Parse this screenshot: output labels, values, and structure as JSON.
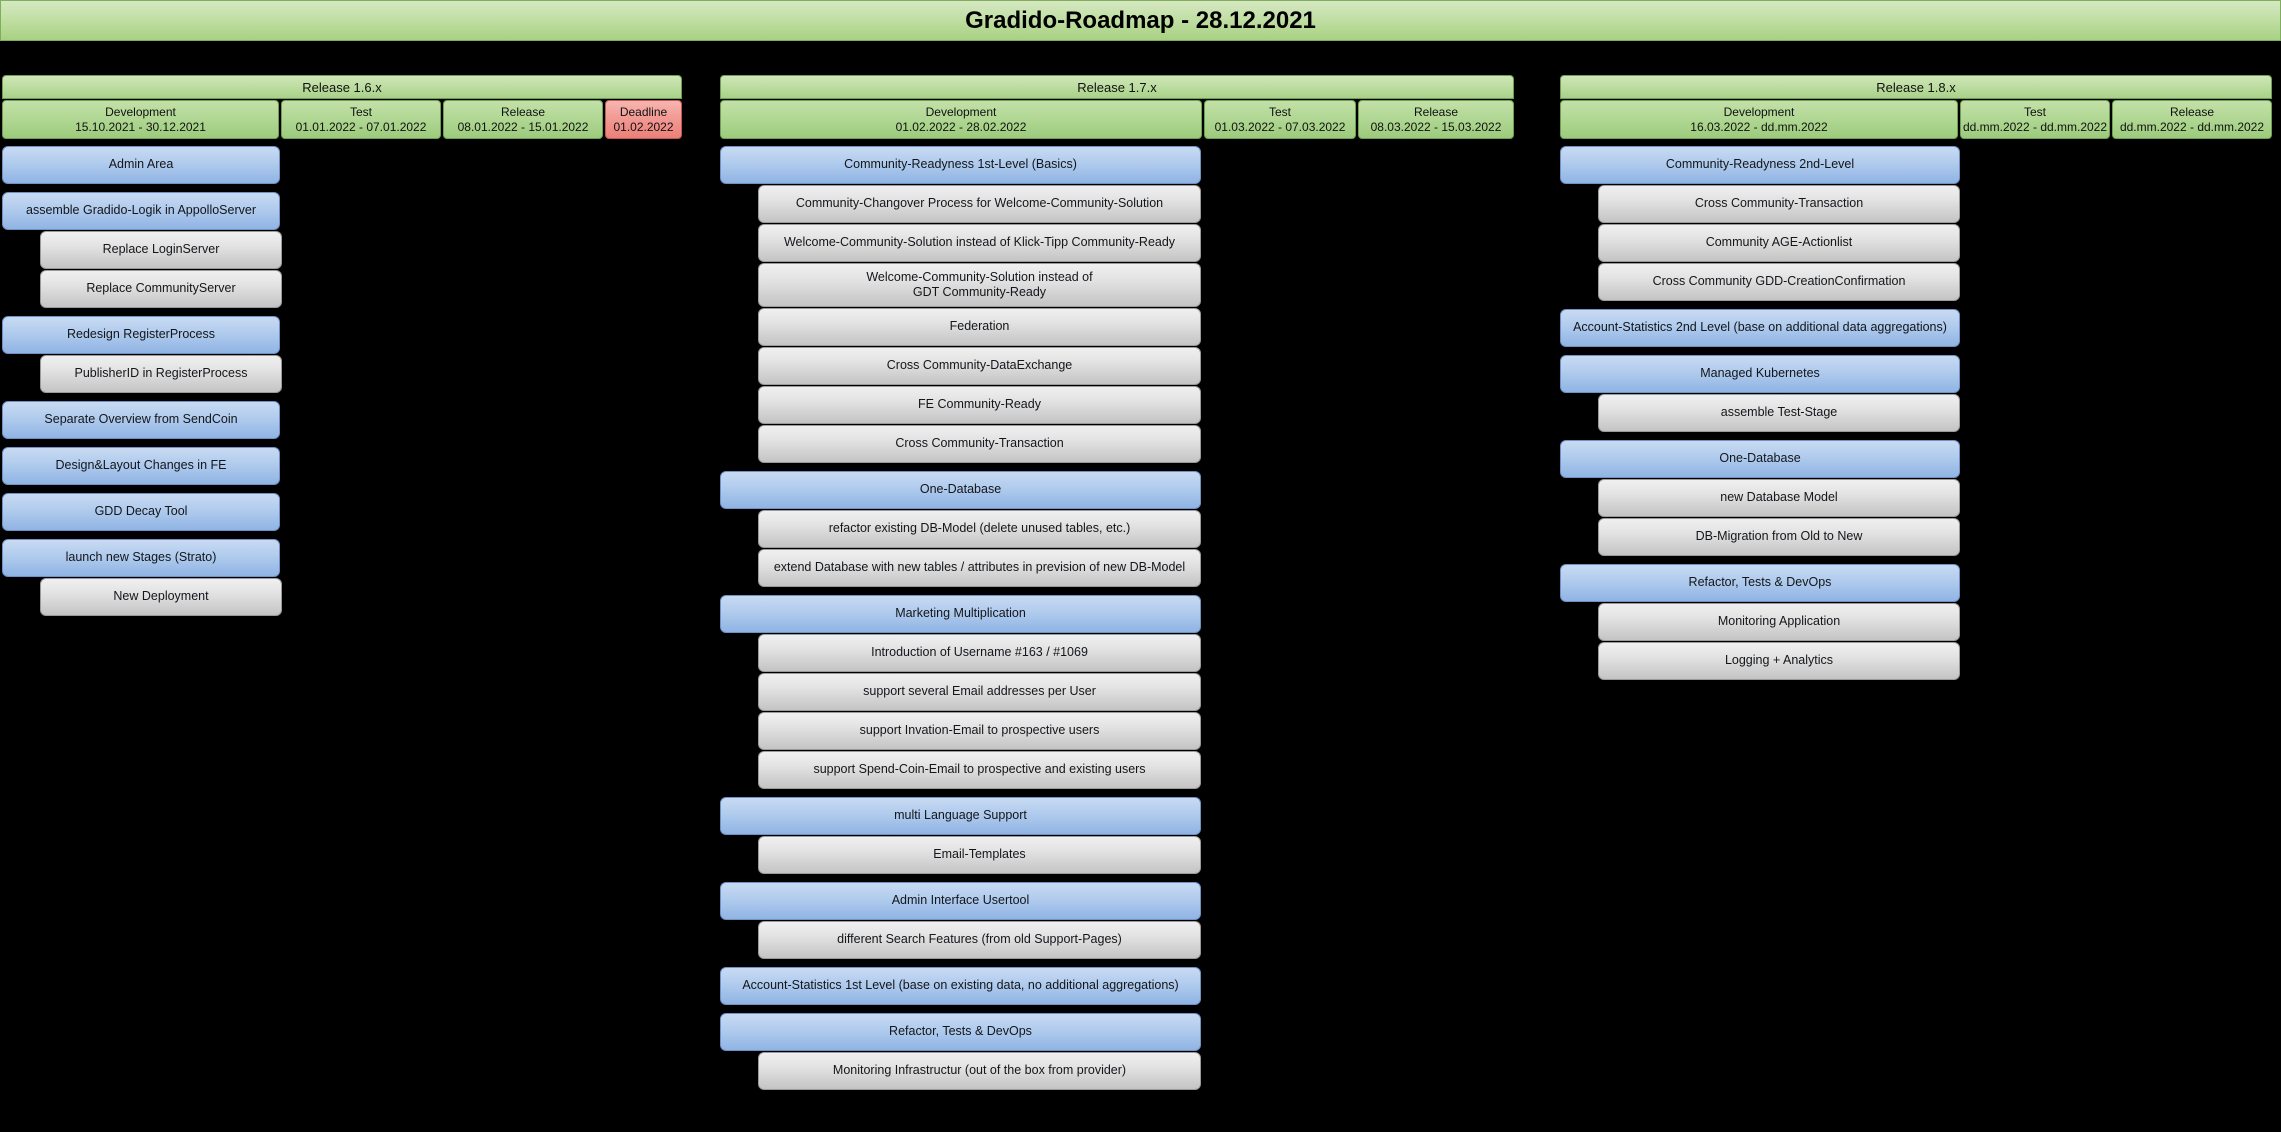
{
  "title": "Gradido-Roadmap - 28.12.2021",
  "releases": [
    {
      "id": "release-1-6",
      "name": "Release 1.6.x",
      "phases": [
        {
          "label": "Development",
          "dates": "15.10.2021 - 30.12.2021",
          "kind": "normal"
        },
        {
          "label": "Test",
          "dates": "01.01.2022 - 07.01.2022",
          "kind": "normal"
        },
        {
          "label": "Release",
          "dates": "08.01.2022 - 15.01.2022",
          "kind": "normal"
        },
        {
          "label": "Deadline",
          "dates": "01.02.2022",
          "kind": "deadline"
        }
      ],
      "tasks": [
        {
          "label": "Admin Area",
          "kind": "epic"
        },
        {
          "label": "assemble Gradido-Logik in AppolloServer",
          "kind": "epic"
        },
        {
          "label": "Replace LoginServer",
          "kind": "sub"
        },
        {
          "label": "Replace CommunityServer",
          "kind": "sub"
        },
        {
          "label": "Redesign RegisterProcess",
          "kind": "epic"
        },
        {
          "label": "PublisherID in RegisterProcess",
          "kind": "sub"
        },
        {
          "label": "Separate Overview from SendCoin",
          "kind": "epic"
        },
        {
          "label": "Design&Layout Changes in FE",
          "kind": "epic"
        },
        {
          "label": "GDD Decay Tool",
          "kind": "epic"
        },
        {
          "label": "launch new Stages (Strato)",
          "kind": "epic"
        },
        {
          "label": "New Deployment",
          "kind": "sub"
        }
      ]
    },
    {
      "id": "release-1-7",
      "name": "Release 1.7.x",
      "phases": [
        {
          "label": "Development",
          "dates": "01.02.2022 - 28.02.2022",
          "kind": "normal"
        },
        {
          "label": "Test",
          "dates": "01.03.2022 - 07.03.2022",
          "kind": "normal"
        },
        {
          "label": "Release",
          "dates": "08.03.2022 - 15.03.2022",
          "kind": "normal"
        }
      ],
      "tasks": [
        {
          "label": "Community-Readyness 1st-Level (Basics)",
          "kind": "epic"
        },
        {
          "label": "Community-Changover Process for Welcome-Community-Solution",
          "kind": "sub"
        },
        {
          "label": "Welcome-Community-Solution instead of Klick-Tipp Community-Ready",
          "kind": "sub"
        },
        {
          "label": "Welcome-Community-Solution instead of\nGDT Community-Ready",
          "kind": "sub"
        },
        {
          "label": "Federation",
          "kind": "sub"
        },
        {
          "label": "Cross Community-DataExchange",
          "kind": "sub"
        },
        {
          "label": "FE Community-Ready",
          "kind": "sub"
        },
        {
          "label": "Cross Community-Transaction",
          "kind": "sub"
        },
        {
          "label": "One-Database",
          "kind": "epic"
        },
        {
          "label": "refactor existing DB-Model (delete unused tables, etc.)",
          "kind": "sub"
        },
        {
          "label": "extend Database with new tables / attributes in prevision of new DB-Model",
          "kind": "sub"
        },
        {
          "label": "Marketing Multiplication",
          "kind": "epic"
        },
        {
          "label": "Introduction of Username #163 / #1069",
          "kind": "sub"
        },
        {
          "label": "support several Email addresses per User",
          "kind": "sub"
        },
        {
          "label": "support Invation-Email to prospective users",
          "kind": "sub"
        },
        {
          "label": "support Spend-Coin-Email to prospective and existing users",
          "kind": "sub"
        },
        {
          "label": "multi Language Support",
          "kind": "epic"
        },
        {
          "label": "Email-Templates",
          "kind": "sub"
        },
        {
          "label": "Admin Interface Usertool",
          "kind": "epic"
        },
        {
          "label": "different Search Features (from old Support-Pages)",
          "kind": "sub"
        },
        {
          "label": "Account-Statistics 1st Level (base on existing data, no additional aggregations)",
          "kind": "epic"
        },
        {
          "label": "Refactor, Tests & DevOps",
          "kind": "epic"
        },
        {
          "label": "Monitoring Infrastructur (out of the box from provider)",
          "kind": "sub"
        }
      ]
    },
    {
      "id": "release-1-8",
      "name": "Release 1.8.x",
      "phases": [
        {
          "label": "Development",
          "dates": "16.03.2022 - dd.mm.2022",
          "kind": "normal"
        },
        {
          "label": "Test",
          "dates": "dd.mm.2022 - dd.mm.2022",
          "kind": "normal"
        },
        {
          "label": "Release",
          "dates": "dd.mm.2022 - dd.mm.2022",
          "kind": "normal"
        }
      ],
      "tasks": [
        {
          "label": "Community-Readyness 2nd-Level",
          "kind": "epic"
        },
        {
          "label": "Cross Community-Transaction",
          "kind": "sub"
        },
        {
          "label": "Community AGE-Actionlist",
          "kind": "sub"
        },
        {
          "label": "Cross Community GDD-CreationConfirmation",
          "kind": "sub"
        },
        {
          "label": "Account-Statistics 2nd Level (base on additional data aggregations)",
          "kind": "epic"
        },
        {
          "label": "Managed Kubernetes",
          "kind": "epic"
        },
        {
          "label": "assemble Test-Stage",
          "kind": "sub"
        },
        {
          "label": "One-Database",
          "kind": "epic"
        },
        {
          "label": "new Database Model",
          "kind": "sub"
        },
        {
          "label": "DB-Migration from Old to New",
          "kind": "sub"
        },
        {
          "label": "Refactor, Tests & DevOps",
          "kind": "epic"
        },
        {
          "label": "Monitoring Application",
          "kind": "sub"
        },
        {
          "label": "Logging + Analytics",
          "kind": "sub"
        }
      ]
    }
  ],
  "colors": {
    "background": "#000000",
    "title_green": "#a8d182",
    "phase_green": "#9ccb7c",
    "deadline_red": "#ec8078",
    "epic_blue": "#90b4e4",
    "sub_gray": "#c4c4c4"
  }
}
